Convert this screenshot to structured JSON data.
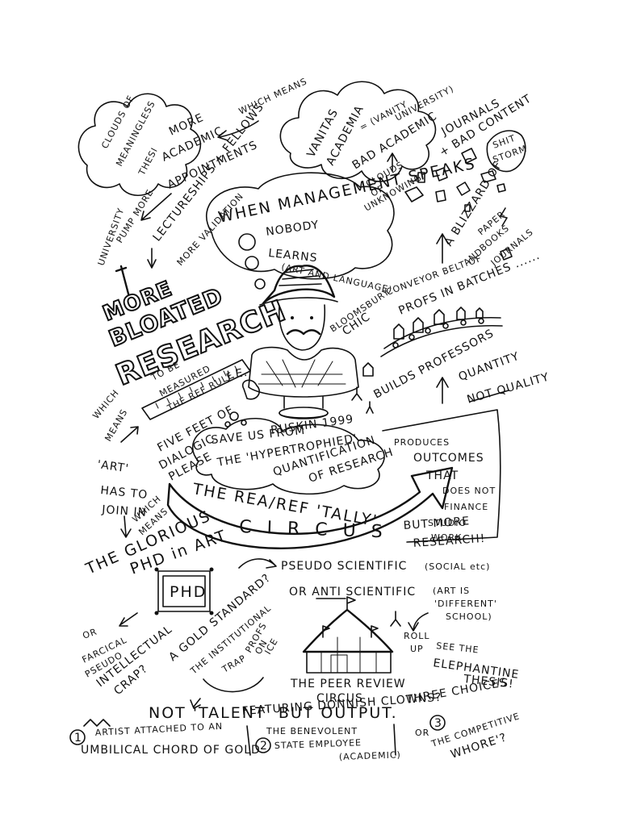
{
  "top_left": {
    "clouds_text": [
      "CLOUDS OF",
      "MEANINGLESS",
      "THESI"
    ],
    "more_academic": [
      "MORE",
      "ACADEMIC",
      "APPOINTMENTS"
    ],
    "which_means": "WHICH MEANS",
    "pump_more": "PUMP MORE",
    "university": "UNIVERSITY",
    "lectureships": "LECTURESHIPS + FELLOWS",
    "more_validation": "MORE VALIDATION",
    "bloated": [
      "MORE",
      "BLOATED",
      "RESEARCH"
    ]
  },
  "top_right": {
    "vanitas": [
      "VANITAS",
      "ACADEMIA"
    ],
    "vanity": [
      "= (VANITY",
      "UNIVERSITY)"
    ],
    "bad_academic": "BAD ACADEMIC",
    "journals": "JOURNALS",
    "bad_content": "+ BAD CONTENT",
    "shit_storm": [
      "SHIT",
      "STORM"
    ],
    "clouds_unknowing": [
      "CLOUDS",
      "OF",
      "UNKNOWING"
    ],
    "blizzard": [
      "A BLIZZARD OF",
      "PAPER",
      "BOOKS",
      "AND",
      "JOURNALS"
    ]
  },
  "speech": {
    "line1": "WHEN MANAGEMENT SPEAKS",
    "line2": "NOBODY",
    "line3": "LEARNS",
    "line4": "(ART AND LANGUAGE)"
  },
  "bust": {
    "bloomsbury": [
      "BLOOMSBURY",
      "CHIC"
    ],
    "je": "J.E.",
    "ruskin": "RUSKIN 1999"
  },
  "conveyor": {
    "label": [
      "CONVEYOR BELT OF",
      "PROFS IN BATCHES ......"
    ],
    "builds": "BUILDS PROFESSORS",
    "quantity": "QUANTITY",
    "not_quality": "NOT QUALITY"
  },
  "left_mid": {
    "to_be_measured": [
      "TO BE",
      "MEASURED",
      "THE REF RULE"
    ],
    "five_feet": "FIVE FEET OF",
    "dialogic": "DIALOGIC",
    "please": "PLEASE",
    "which_means2": [
      "WHICH",
      "MEANS"
    ],
    "art_join": [
      "'ART'",
      "HAS TO",
      "JOIN IN"
    ],
    "which_means3": [
      "WHICH",
      "MEANS"
    ]
  },
  "cloud_save": {
    "line1": "SAVE US FROM",
    "line2": "THE 'HYPERTROPHIED'",
    "line3": "QUANTIFICATION",
    "line4": "OF RESEARCH"
  },
  "arrow": {
    "title1": "THE REA/REF 'TALLY'",
    "title2": "C I R C U S"
  },
  "produces": [
    "PRODUCES",
    "OUTCOMES",
    "THAT",
    "DOES NOT",
    "FINANCE",
    "STUDIO",
    "WORK",
    "BUT MORE",
    "RESEARCH!"
  ],
  "lower": {
    "glorious": [
      "THE GLORIOUS",
      "PHD in ART"
    ],
    "phd_label": "PHD",
    "pseudo": "PSEUDO SCIENTIFIC",
    "social": "(SOCIAL etc)",
    "or_anti": "OR  ANTI  SCIENTIFIC",
    "art_is": [
      "(ART IS",
      "'DIFFERENT'",
      "SCHOOL)"
    ],
    "farcical": [
      "OR",
      "FARCICAL",
      "PSEUDO",
      "INTELLECTUAL",
      "CRAP?"
    ],
    "gold_standard": "A GOLD STANDARD?",
    "institutional": "THE INSTITUTIONAL",
    "trap": "TRAP",
    "profs_on_ice": [
      "PROFS",
      "ON",
      "ICE"
    ],
    "roll_up": [
      "ROLL",
      "UP"
    ],
    "see_the": [
      "SEE THE",
      "ELEPHANTINE",
      "THESIS!"
    ],
    "peer_review": [
      "THE PEER REVIEW",
      "CIRCUS",
      "FEATURING DONNISH CLOWNS?"
    ]
  },
  "bottom": {
    "not_talent": "NOT 'TALENT' BUT OUTPUT.",
    "three_choices": "THREE CHOICES",
    "choice1_num": "1",
    "choice1": [
      "ARTIST ATTACHED TO AN",
      "UMBILICAL CHORD OF GOLD"
    ],
    "choice2_num": "2",
    "choice2": [
      "THE BENEVOLENT",
      "STATE EMPLOYEE",
      "(ACADEMIC)"
    ],
    "choice3_or": "OR",
    "choice3_num": "3",
    "choice3": [
      "THE COMPETITIVE",
      "WHORE'?"
    ]
  }
}
